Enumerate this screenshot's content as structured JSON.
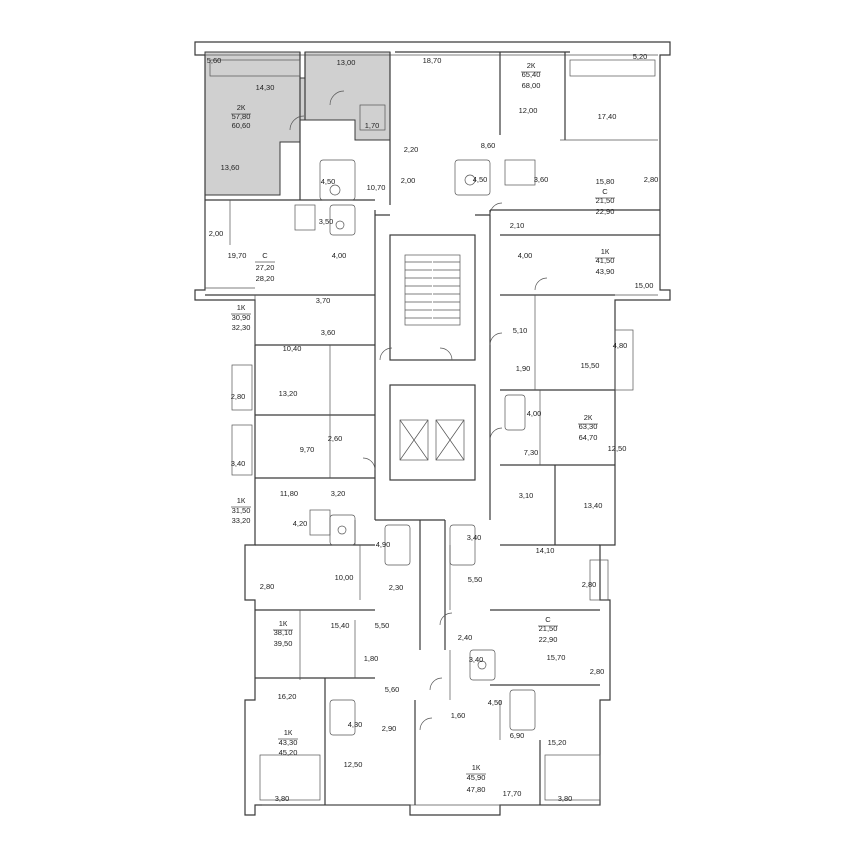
{
  "floor_plan": {
    "selected_apartment": {
      "type": "2К",
      "living_area": "57,80",
      "total_area": "60,60"
    },
    "apartments": [
      {
        "type": "2К",
        "living_area": "57,80",
        "total_area": "60,60"
      },
      {
        "type": "2К",
        "living_area": "65,40",
        "total_area": "68,00"
      },
      {
        "type": "С",
        "living_area": "21,50",
        "total_area": "22,90"
      },
      {
        "type": "С",
        "living_area": "27,20",
        "total_area": "28,20"
      },
      {
        "type": "1К",
        "living_area": "41,50",
        "total_area": "43,90"
      },
      {
        "type": "1К",
        "living_area": "30,90",
        "total_area": "32,30"
      },
      {
        "type": "2К",
        "living_area": "63,30",
        "total_area": "64,70"
      },
      {
        "type": "1К",
        "living_area": "31,50",
        "total_area": "33,20"
      },
      {
        "type": "1К",
        "living_area": "38,10",
        "total_area": "39,50"
      },
      {
        "type": "С",
        "living_area": "21,50",
        "total_area": "22,90"
      },
      {
        "type": "1К",
        "living_area": "43,30",
        "total_area": "45,20"
      },
      {
        "type": "1К",
        "living_area": "45,90",
        "total_area": "47,80"
      }
    ],
    "room_areas": [
      "5,60",
      "14,30",
      "13,00",
      "13,60",
      "1,70",
      "2,20",
      "4,50",
      "10,70",
      "18,70",
      "12,00",
      "8,60",
      "2,00",
      "4,50",
      "3,60",
      "5,20",
      "17,40",
      "15,80",
      "2,80",
      "2,10",
      "4,00",
      "15,00",
      "3,50",
      "2,00",
      "19,70",
      "4,00",
      "3,70",
      "3,60",
      "10,40",
      "5,10",
      "4,80",
      "15,50",
      "1,90",
      "4,00",
      "12,50",
      "13,20",
      "2,80",
      "2,60",
      "9,70",
      "3,40",
      "7,30",
      "11,80",
      "3,20",
      "3,10",
      "13,40",
      "4,20",
      "4,90",
      "3,40",
      "14,10",
      "10,00",
      "2,80",
      "5,50",
      "2,80",
      "2,30",
      "15,40",
      "5,50",
      "2,40",
      "1,80",
      "3,40",
      "15,70",
      "2,80",
      "16,20",
      "5,60",
      "4,30",
      "2,90",
      "1,60",
      "4,50",
      "6,90",
      "15,20",
      "12,50",
      "17,70",
      "3,80",
      "3,80"
    ]
  }
}
